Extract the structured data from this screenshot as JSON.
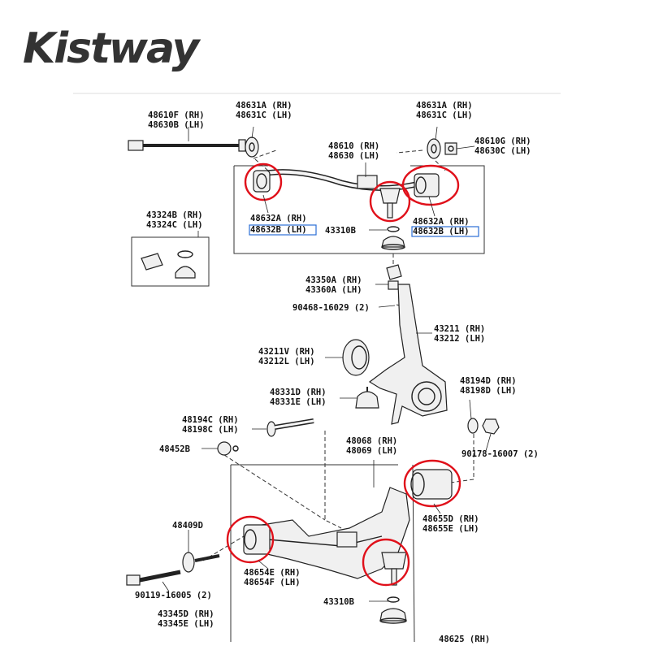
{
  "brand": {
    "logo_text": "Kistway"
  },
  "colors": {
    "highlight_circle": "#e0101a",
    "highlight_box": "#2b6fd6",
    "line": "#222222"
  },
  "parts": {
    "p48610F": "48610F (RH)",
    "p48630B": "48630B (LH)",
    "p48631A_l": "48631A (RH)",
    "p48631C_l": "48631C (LH)",
    "p48631A_r": "48631A (RH)",
    "p48631C_r": "48631C (LH)",
    "p48610": "48610 (RH)",
    "p48630": "48630 (LH)",
    "p48610G": "48610G (RH)",
    "p48630C": "48630C (LH)",
    "p43324B": "43324B (RH)",
    "p43324C": "43324C (LH)",
    "p48632A_l": "48632A (RH)",
    "p48632B_l": "48632B (LH)",
    "p43310B_top": "43310B",
    "p48632A_r": "48632A (RH)",
    "p48632B_r": "48632B (LH)",
    "p43350A": "43350A (RH)",
    "p43360A": "43360A (LH)",
    "p90468": "90468-16029 (2)",
    "p43211": "43211 (RH)",
    "p43212": "43212 (LH)",
    "p43211V": "43211V (RH)",
    "p43212L": "43212L (LH)",
    "p48331D": "48331D (RH)",
    "p48331E": "48331E (LH)",
    "p48194D": "48194D (RH)",
    "p48198D": "48198D (LH)",
    "p48194C": "48194C (RH)",
    "p48198C": "48198C (LH)",
    "p48452B": "48452B",
    "p48068": "48068 (RH)",
    "p48069": "48069 (LH)",
    "p90178": "90178-16007 (2)",
    "p48655D": "48655D (RH)",
    "p48655E": "48655E (LH)",
    "p48409D": "48409D",
    "p48654E": "48654E (RH)",
    "p48654F": "48654F (LH)",
    "p90119": "90119-16005 (2)",
    "p43310B_bot": "43310B",
    "p43345D": "43345D (RH)",
    "p43345E": "43345E (LH)",
    "p48625": "48625 (RH)"
  }
}
